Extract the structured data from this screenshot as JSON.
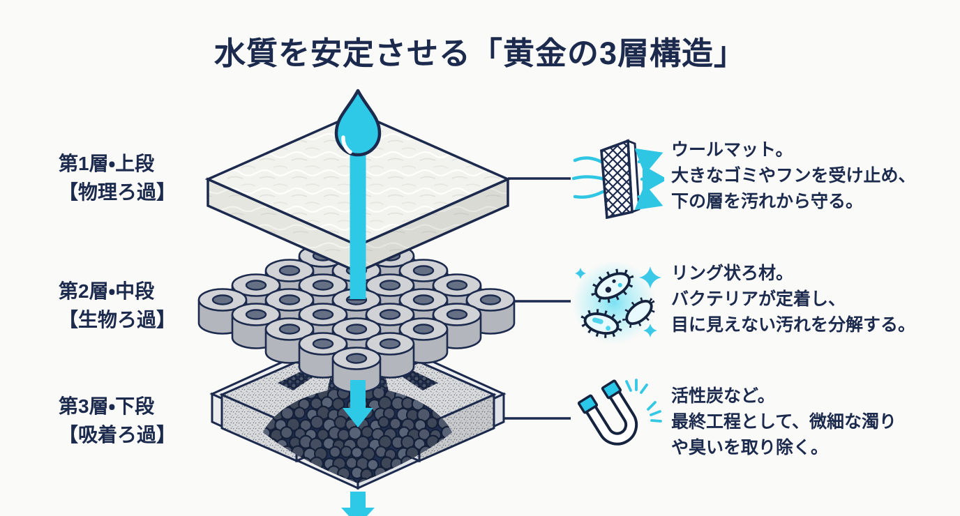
{
  "title": "水質を安定させる「黄金の3層構造」",
  "colors": {
    "navy_text": "#1c2a4d",
    "accent_cyan": "#2fc9e8",
    "background": "#fafaf8"
  },
  "diagram": {
    "drop_icon": "water-drop-icon",
    "flow_arrow_icon": "down-flow-arrow-icon",
    "outflow_arrow_icon": "outflow-arrow-icon",
    "flow_direction": "top-to-bottom"
  },
  "layers": [
    {
      "row_label_line1": "第1層・上段",
      "row_label_line2": "【物理ろ過】",
      "icon": "wool-mat-mesh-icon",
      "desc_line1": "ウールマット。",
      "desc_line2": "大きなゴミやフンを受け止め、",
      "desc_line3": "下の層を汚れから守る。"
    },
    {
      "row_label_line1": "第2層・中段",
      "row_label_line2": "【生物ろ過】",
      "icon": "bacteria-icon",
      "desc_line1": "リング状ろ材。",
      "desc_line2": "バクテリアが定着し、",
      "desc_line3": "目に見えない汚れを分解する。"
    },
    {
      "row_label_line1": "第3層・下段",
      "row_label_line2": "【吸着ろ過】",
      "icon": "magnet-icon",
      "desc_line1": "活性炭など。",
      "desc_line2": "最終工程として、微細な濁り",
      "desc_line3": "や臭いを取り除く。"
    }
  ]
}
